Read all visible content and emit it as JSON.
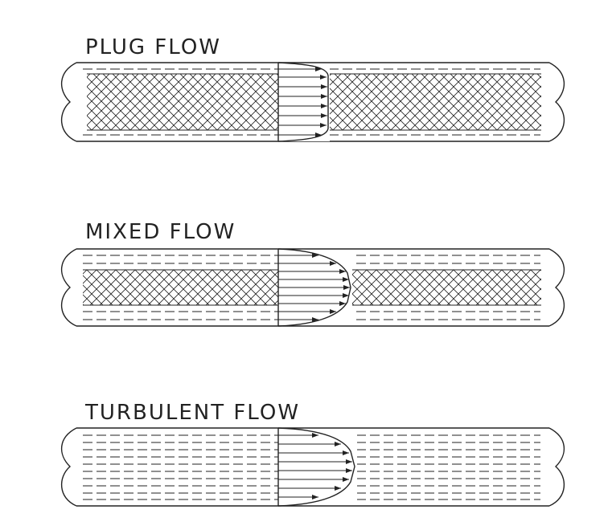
{
  "diagrams": [
    {
      "title": "PLUG FLOW",
      "profile": "plug"
    },
    {
      "title": "MIXED FLOW",
      "profile": "mixed"
    },
    {
      "title": "TURBULENT FLOW",
      "profile": "turbulent"
    }
  ],
  "colors": {
    "ink": "#222222",
    "background": "#ffffff"
  }
}
